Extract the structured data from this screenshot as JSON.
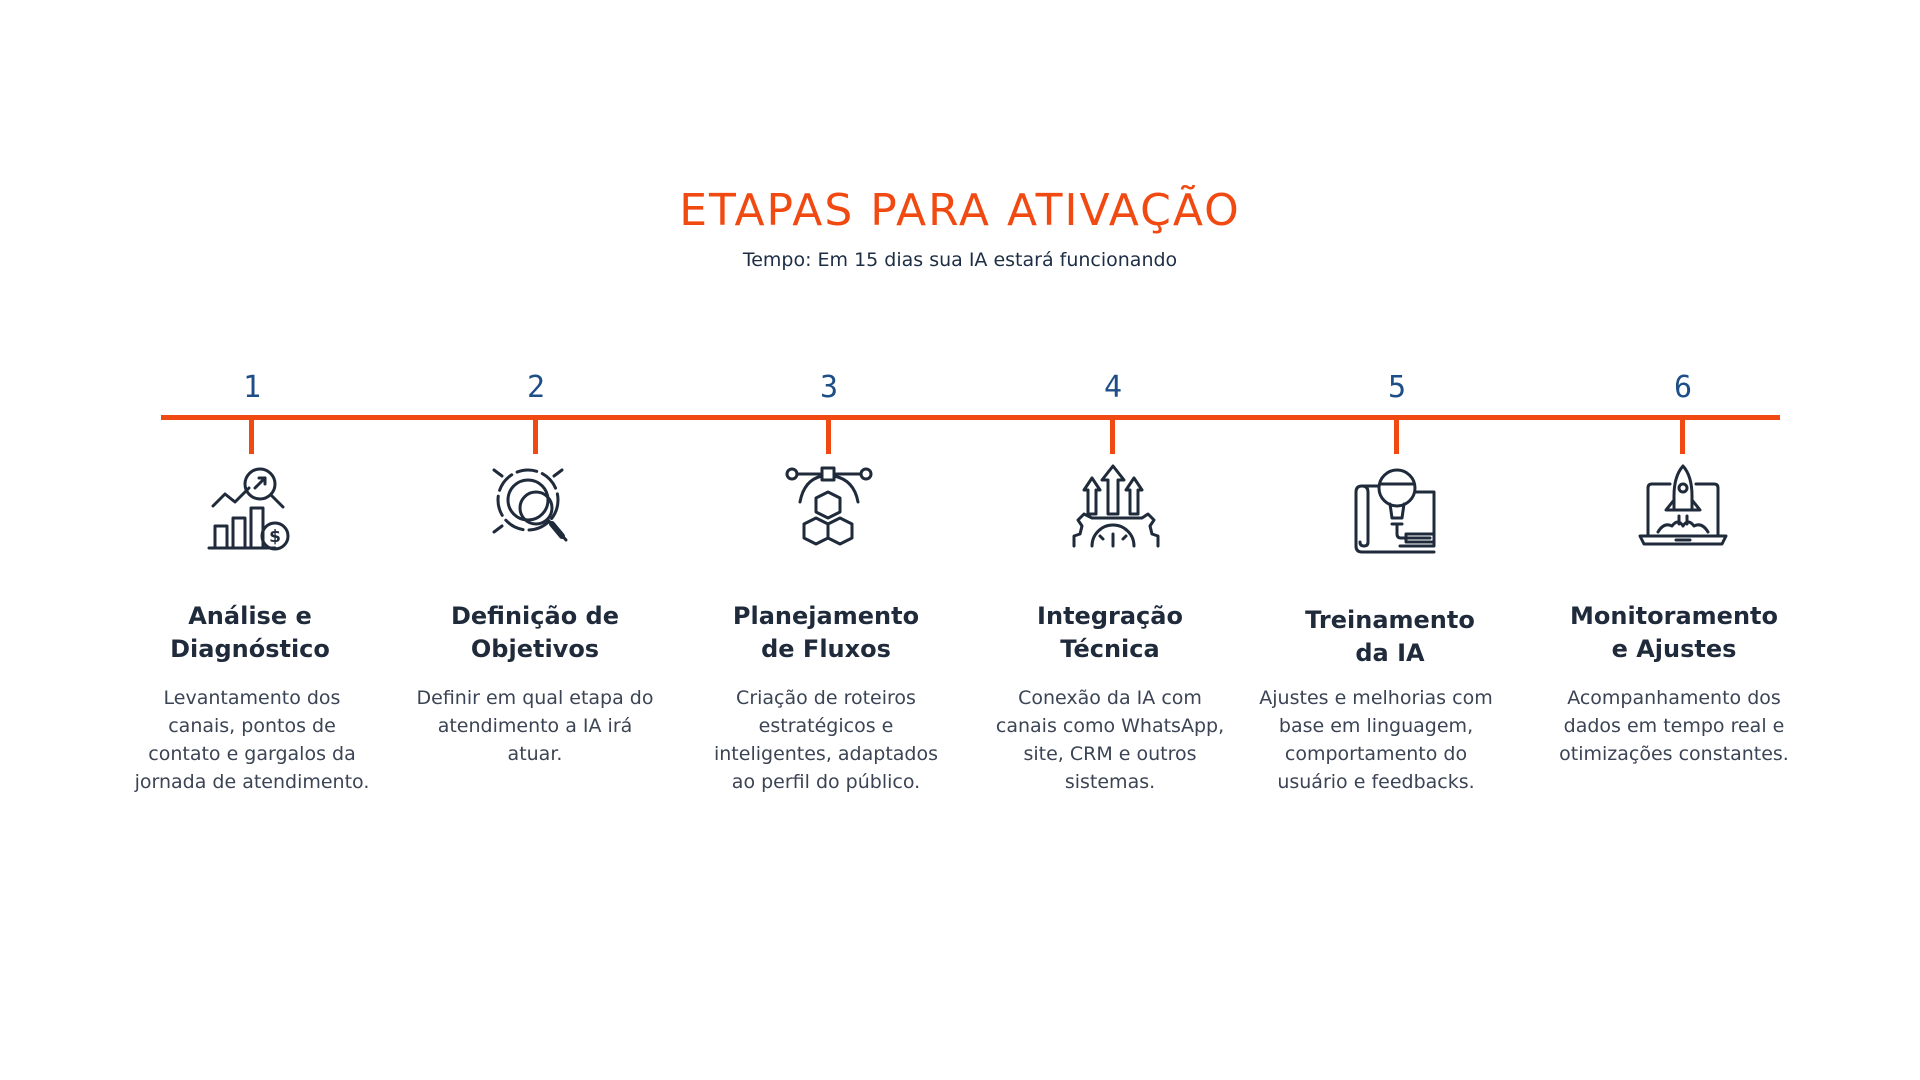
{
  "header": {
    "title": "ETAPAS PARA ATIVAÇÃO",
    "subtitle": "Tempo: Em 15 dias sua IA estará funcionando"
  },
  "colors": {
    "accent": "#f04a12",
    "number": "#1e4e87",
    "heading": "#1f2a3b",
    "text": "#3b4454"
  },
  "steps": [
    {
      "number": "1",
      "icon": "analytics-chart-magnifier-icon",
      "title_line1": "Análise e",
      "title_line2": "Diagnóstico",
      "description": "Levantamento dos canais, pontos de contato e gargalos da jornada de atendimento."
    },
    {
      "number": "2",
      "icon": "target-magnifier-icon",
      "title_line1": "Definição de",
      "title_line2": "Objetivos",
      "description": "Definir em qual etapa do atendimento a IA irá atuar."
    },
    {
      "number": "3",
      "icon": "cubes-workflow-icon",
      "title_line1": "Planejamento",
      "title_line2": "de Fluxos",
      "description": "Criação de roteiros estratégicos e inteligentes, adaptados ao perfil do público."
    },
    {
      "number": "4",
      "icon": "gear-arrows-gauge-icon",
      "title_line1": "Integração",
      "title_line2": "Técnica",
      "description": "Conexão da IA com canais como WhatsApp, site, CRM e outros sistemas."
    },
    {
      "number": "5",
      "icon": "lightbulb-blueprint-icon",
      "title_line1": "Treinamento",
      "title_line2": "da IA",
      "description": "Ajustes e melhorias com base em linguagem, comportamento do usuário e feedbacks."
    },
    {
      "number": "6",
      "icon": "rocket-laptop-icon",
      "title_line1": "Monitoramento",
      "title_line2": "e Ajustes",
      "description": "Acompanhamento dos dados em tempo real e otimizações constantes."
    }
  ]
}
